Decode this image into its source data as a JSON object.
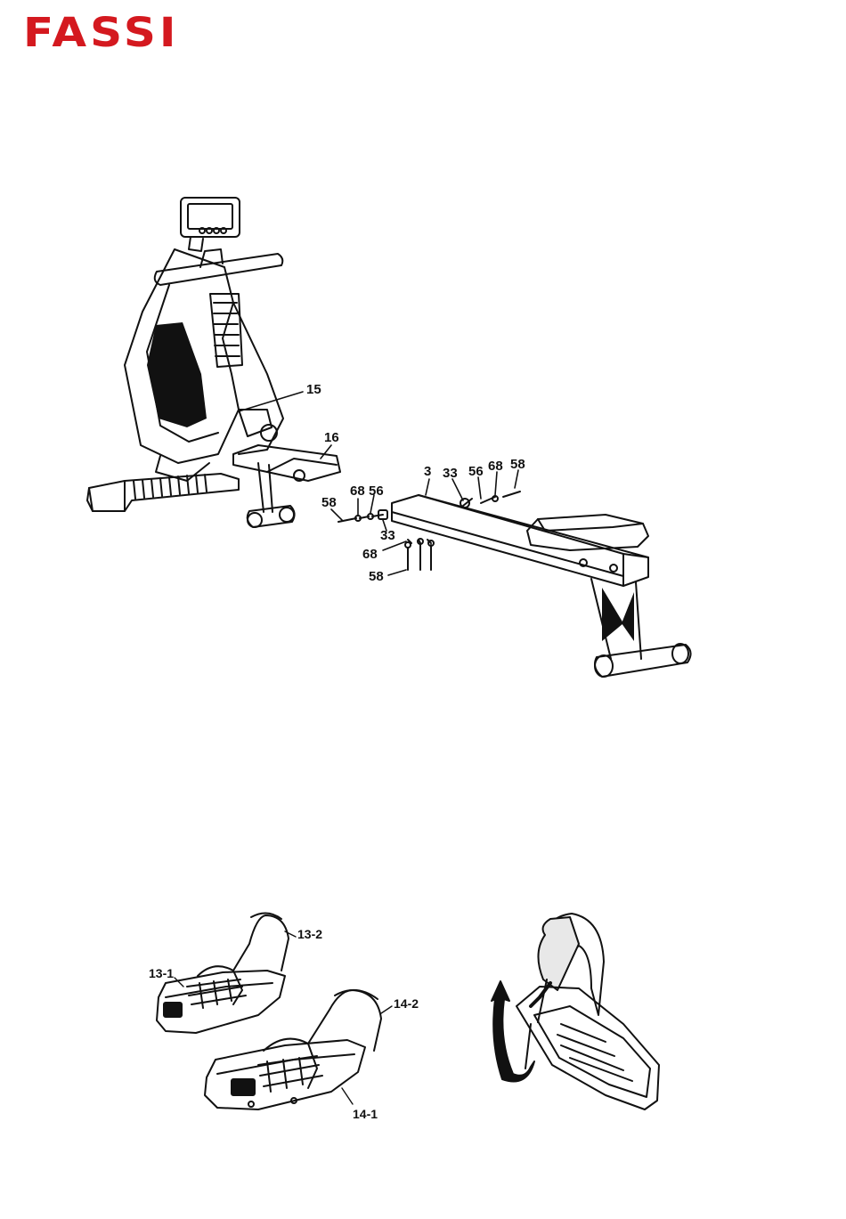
{
  "brand": {
    "logo_text": "FASSI",
    "color": "#d4191f"
  },
  "diagram_rower": {
    "labels": {
      "p15": "15",
      "p16": "16",
      "p3": "3",
      "p33_top": "33",
      "p56_top": "56",
      "p68_top": "68",
      "p58_top": "58",
      "p58_left": "58",
      "p68_left": "68",
      "p56_left": "56",
      "p33_left": "33",
      "p68_bottom": "68",
      "p58_bottom": "58"
    }
  },
  "diagram_pedals": {
    "labels": {
      "p13_1": "13-1",
      "p13_2": "13-2",
      "p14_1": "14-1",
      "p14_2": "14-2"
    }
  }
}
